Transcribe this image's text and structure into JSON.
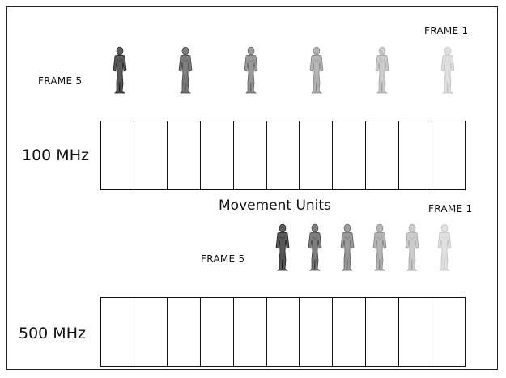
{
  "top": {
    "frame_end_label": "FRAME 1",
    "frame_start_label": "FRAME 5",
    "clock_label": "100 MHz",
    "cells": 11,
    "figures": 6
  },
  "middle_label": "Movement Units",
  "bottom": {
    "frame_end_label": "FRAME 1",
    "frame_start_label": "FRAME 5",
    "clock_label": "500 MHz",
    "cells": 11,
    "figures": 6
  },
  "icons": {
    "figure": "humanoid-figure-icon"
  }
}
